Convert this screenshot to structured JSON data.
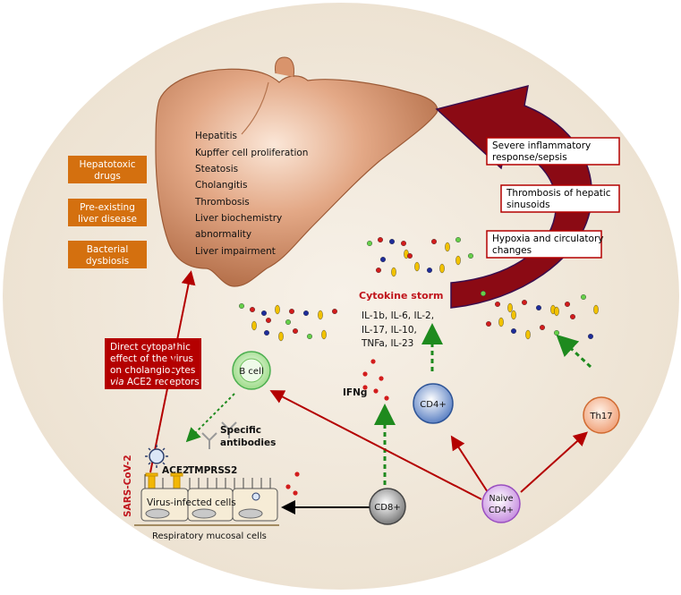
{
  "liver_effects": [
    "Hepatitis",
    "Kupffer cell proliferation",
    "Steatosis",
    "Cholangitis",
    "Thrombosis",
    "Liver biochemistry",
    "abnormality",
    "Liver impairment"
  ],
  "left_factors": [
    {
      "line1": "Hepatotoxic",
      "line2": "drugs"
    },
    {
      "line1": "Pre-existing",
      "line2": "liver disease"
    },
    {
      "line1": "Bacterial",
      "line2": "dysbiosis"
    }
  ],
  "right_effects": [
    {
      "line1": "Severe inflammatory",
      "line2": "response/sepsis"
    },
    {
      "line1": "Thrombosis of hepatic",
      "line2": "sinusoids"
    },
    {
      "line1": "Hypoxia and circulatory",
      "line2": "changes"
    }
  ],
  "direct_effect": {
    "line1": "Direct cytopathic",
    "line2": "effect of the virus",
    "line3": "on cholangiocytes",
    "line4_italic": "via",
    "line4_rest": " ACE2 receptors"
  },
  "cytokine_storm": {
    "title": "Cytokine storm",
    "line1": "IL-1b, IL-6, IL-2,",
    "line2": "IL-17, IL-10,",
    "line3": "TNFa, IL-23"
  },
  "cells": {
    "b_cell": "B cell",
    "cd4": "CD4+",
    "cd8": "CD8+",
    "th17": "Th17",
    "naive_line1": "Naive",
    "naive_line2": "CD4+"
  },
  "labels": {
    "ifng": "IFNg",
    "antibodies_line1": "Specific",
    "antibodies_line2": "antibodies",
    "virus": "SARS-CoV-2",
    "ace2": "ACE2",
    "tmprss2": "TMPRSS2",
    "infected": "Virus-infected cells",
    "mucosal": "Respiratory mucosal cells"
  },
  "colors": {
    "background_oval": "#f0e6d8",
    "liver": "#c8835c",
    "orange_box": "#d4700f",
    "dark_red": "#b40000",
    "green_dashed": "#1e8a1e"
  }
}
